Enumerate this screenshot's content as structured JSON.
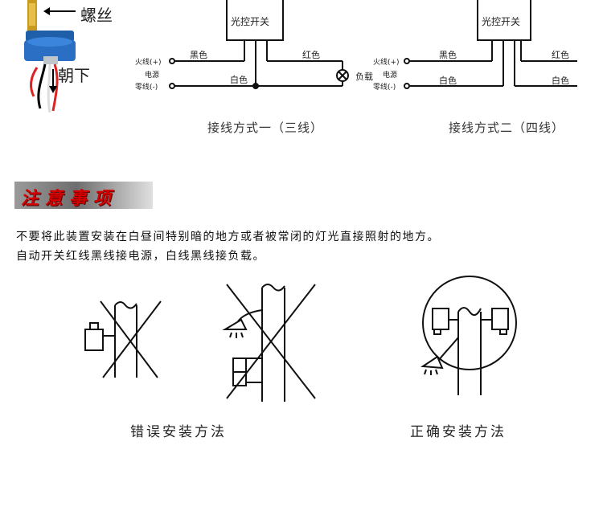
{
  "photo": {
    "screw_label": "螺丝",
    "down_label": "朝下"
  },
  "diagram1": {
    "box_label": "光控开关",
    "fire": "火线(+)",
    "power": "电源",
    "neutral": "零线(-)",
    "black": "黑色",
    "red": "红色",
    "white": "白色",
    "load": "负载",
    "caption": "接线方式一（三线）"
  },
  "diagram2": {
    "box_label": "光控开关",
    "fire": "火线(+)",
    "power": "电源",
    "neutral": "零线(-)",
    "black": "黑色",
    "red": "红色",
    "white_left": "白色",
    "white_right": "白色",
    "caption": "接线方式二（四线）"
  },
  "notice": {
    "title": "注意事项",
    "line1": "不要将此装置安装在白昼间特别暗的地方或者被常闭的灯光直接照射的地方。",
    "line2": "自动开关红线黑线接电源，白线黑线接负载。"
  },
  "install": {
    "wrong": "错误安装方法",
    "right": "正确安装方法"
  }
}
